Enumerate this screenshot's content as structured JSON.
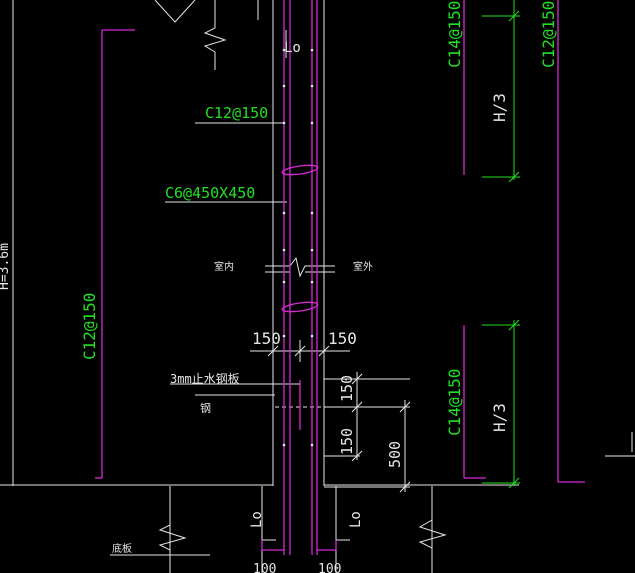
{
  "colors": {
    "background": "#000000",
    "white": "#e6e6e6",
    "magenta": "#d52bd5",
    "green": "#22e022",
    "cyan": "#30c8d8"
  },
  "labels": {
    "lo_top": "Lo",
    "lo_bottom_left": "Lo",
    "lo_bottom_right": "Lo",
    "rebar_c12_150_center": "C12@150",
    "tie_c6": "C6@450X450",
    "rebar_c12_150_left": "C12@150",
    "rebar_c14_150_top": "C14@150",
    "rebar_c12_150_right": "C12@150",
    "rebar_c14_150_bottom": "C14@150",
    "dim_h3_top": "H/3",
    "dim_h3_bottom": "H/3",
    "dim_150_left": "150",
    "dim_150_right": "150",
    "dim_150_vertical_upper": "150",
    "dim_150_vertical_lower": "150",
    "dim_500": "500",
    "dim_100_left": "100",
    "dim_100_right": "100",
    "note_3mm": "3mm止水钢板",
    "note_steel": "钢",
    "note_left_mid": "室内",
    "note_right_mid": "室外",
    "note_bottom_left": "底板",
    "left_edge_text": "H=3.6m"
  }
}
